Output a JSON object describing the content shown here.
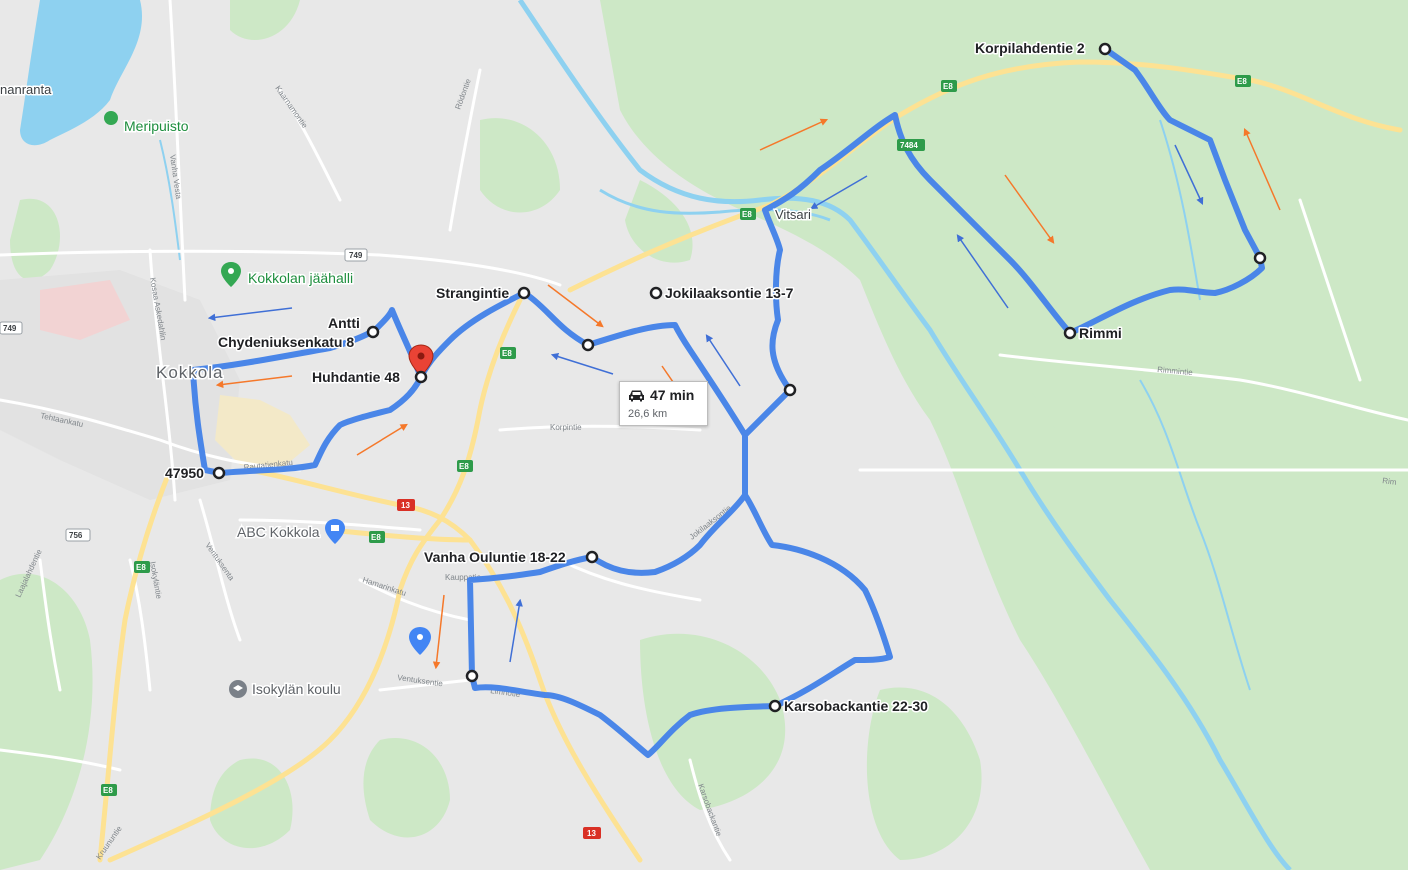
{
  "route": {
    "duration": "47 min",
    "distance": "26,6 km",
    "color": "#4a86e8"
  },
  "waypoints": [
    {
      "id": "korpilahdentie",
      "label": "Korpilahdentie 2"
    },
    {
      "id": "rimmi",
      "label": "Rimmi"
    },
    {
      "id": "strangintie",
      "label": "Strangintie"
    },
    {
      "id": "jokilaaksontie",
      "label": "Jokilaaksontie 13-7"
    },
    {
      "id": "antti",
      "label": "Antti"
    },
    {
      "id": "chydenius",
      "label": "Chydeniuksenkatu 8"
    },
    {
      "id": "huhdantie",
      "label": "Huhdantie 48"
    },
    {
      "id": "postal",
      "label": "47950"
    },
    {
      "id": "vanha-ouluntie",
      "label": "Vanha Ouluntie 18-22"
    },
    {
      "id": "karsobacka",
      "label": "Karsobackantie 22-30"
    }
  ],
  "places": {
    "vitsari": "Vitsari",
    "kokkola": "Kokkola",
    "meripuisto": "Meripuisto",
    "jaahalli": "Kokkolan jäähalli",
    "abc": "ABC Kokkola",
    "isokyla": "Isokylän koulu",
    "nanranta": "nanranta"
  },
  "streets": {
    "rautatienkatu": "Rautatienkatu",
    "tehtaankatu": "Tehtaankatu",
    "korpintie": "Korpintie",
    "rimmintie": "Rimmintie",
    "ventuksentie": "Ventuksentie",
    "ventuksenta": "Ventuksenta",
    "kauppatie": "Kauppatie",
    "hamarinkatu": "Hamarinkatu",
    "karsobacka": "Karsobackantie",
    "jokilaakso": "Jokilaaksontie",
    "kaarnamontie": "Kaarnamontie",
    "rodontie": "Rödontie",
    "vanhavesta": "Vanha Vesta",
    "kosaa": "Kosaa Askedahlin",
    "laajalahden": "Laajalahdentie",
    "isokylantie": "Isokyläntie",
    "kruununtie": "Kruununtie",
    "limnotie": "Limnotie",
    "rim": "Rim"
  },
  "shields": {
    "e8": "E8",
    "r7484": "7484",
    "r749": "749",
    "r13": "13",
    "r756": "756"
  },
  "colors": {
    "land": "#e8e8e8",
    "forest": "#cde8c6",
    "water": "#8ed1f0",
    "road_major": "#fde293",
    "road_minor": "#ffffff",
    "arrow_orange": "#f5782a",
    "arrow_blue": "#3f6fd6"
  },
  "icons": {
    "duration": "car-icon",
    "destination": "red-pin-icon",
    "park": "green-pin-icon",
    "poi": "blue-pin-icon",
    "shopping": "shopping-bag-icon",
    "school": "school-icon"
  }
}
